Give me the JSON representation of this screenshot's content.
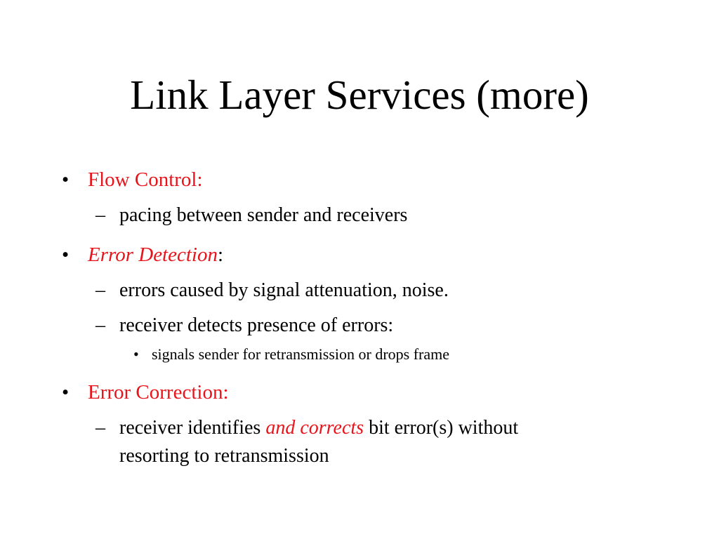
{
  "title": "Link Layer Services (more)",
  "colors": {
    "text": "#000000",
    "accent_red": "#e8141b",
    "background": "#ffffff"
  },
  "markers": {
    "level1": "•",
    "level2": "–",
    "level3": "•"
  },
  "bullets": {
    "flow_control": {
      "label": "Flow Control:",
      "sub": [
        "pacing between sender and receivers"
      ]
    },
    "error_detection": {
      "label": "Error Detection",
      "label_suffix": ":",
      "sub": [
        "errors caused by signal attenuation, noise.",
        "receiver detects presence of errors:"
      ],
      "subsub": [
        "signals sender for retransmission or drops frame"
      ]
    },
    "error_correction": {
      "label": "Error Correction:",
      "sub_line1_pre": "receiver identifies ",
      "sub_line1_emph": "and corrects",
      "sub_line1_post": " bit error(s) without",
      "sub_line2": "resorting to retransmission"
    }
  }
}
